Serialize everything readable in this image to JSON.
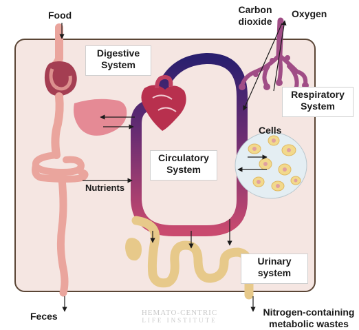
{
  "labels": {
    "food": "Food",
    "carbon_dioxide_line1": "Carbon",
    "carbon_dioxide_line2": "dioxide",
    "oxygen": "Oxygen",
    "digestive_line1": "Digestive",
    "digestive_line2": "System",
    "respiratory_line1": "Respiratory",
    "respiratory_line2": "System",
    "cells": "Cells",
    "circulatory_line1": "Circulatory",
    "circulatory_line2": "System",
    "nutrients": "Nutrients",
    "urinary_line1": "Urinary",
    "urinary_line2": "system",
    "feces": "Feces",
    "nitrogen_line1": "Nitrogen-containing",
    "nitrogen_line2": "metabolic wastes"
  },
  "watermark": {
    "line1": "HEMATO-CENTRIC",
    "line2": "LIFE INSTITUTE"
  },
  "colors": {
    "body_fill": "#f5e6e2",
    "body_outline": "#5a4535",
    "digestive_tract": "#eaa59d",
    "stomach": "#a43e52",
    "liver": "#e58a95",
    "heart": "#b8304e",
    "vessel_top": "#2a1f6e",
    "vessel_bottom": "#c94a6f",
    "lungs": "#a04d86",
    "cell_fill": "#f2d98c",
    "cell_nucleus": "#e0a0a0",
    "kidney_tubule": "#e7c98a"
  }
}
